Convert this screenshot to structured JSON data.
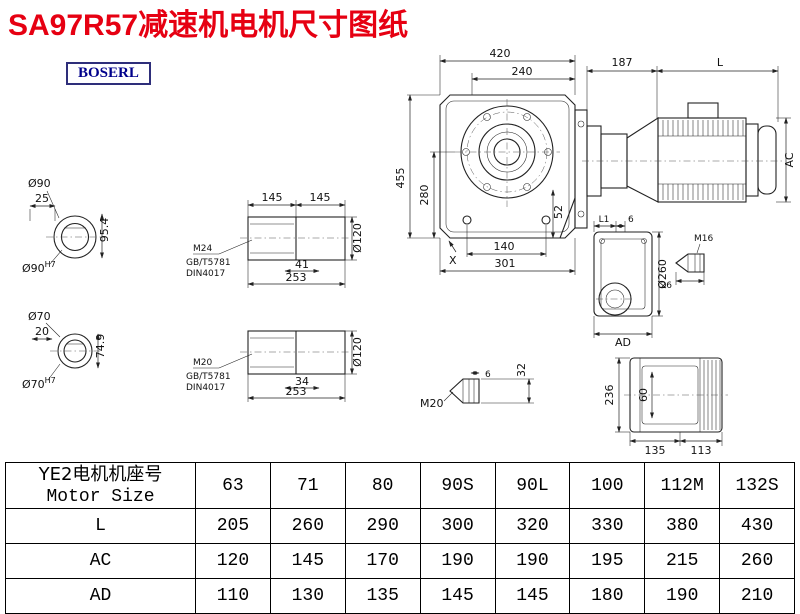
{
  "page": {
    "title": "SA97R57减速机电机尺寸图纸",
    "logo": "BOSERL"
  },
  "drawing": {
    "shaft_end_a": {
      "dia_label": "Ø90",
      "len": "25",
      "key_height": "95.4",
      "bore": "Ø90",
      "bore_tol": "H7"
    },
    "shaft_end_b": {
      "dia_label": "Ø70",
      "len": "20",
      "key_height": "74.9",
      "bore": "Ø70",
      "bore_tol": "H7"
    },
    "hollow_shaft_a": {
      "seg1": "145",
      "seg2": "145",
      "dia": "Ø120",
      "thread": "M24",
      "std1": "GB/T5781",
      "std2": "DIN4017",
      "thread_len": "41",
      "total_len": "253"
    },
    "hollow_shaft_b": {
      "dia": "Ø120",
      "thread": "M20",
      "std1": "GB/T5781",
      "std2": "DIN4017",
      "thread_len": "34",
      "total_len": "253"
    },
    "housing": {
      "overall_width": "420",
      "upper_width": "240",
      "overall_height": "455",
      "lower_height": "280",
      "foot": "52",
      "bolt_span": "140",
      "base_width": "301",
      "x_mark": "X"
    },
    "motor": {
      "adapter_len": "187",
      "len_label": "L",
      "dia_label": "AC"
    },
    "side_view": {
      "l1": "L1",
      "step": "6",
      "flange_dia": "Ø260",
      "width_label": "AD",
      "plug_thread": "M16",
      "plug_len": "26"
    },
    "plug_detail": {
      "tip_len": "6",
      "height": "32",
      "thread": "M20"
    },
    "top_view": {
      "depth": "236",
      "inner": "60",
      "seg_left": "135",
      "seg_right": "113"
    }
  },
  "table": {
    "header_cn": "YE2电机机座号",
    "header_en": "Motor Size",
    "sizes": [
      "63",
      "71",
      "80",
      "90S",
      "90L",
      "100",
      "112M",
      "132S"
    ],
    "rows": [
      {
        "label": "L",
        "values": [
          "205",
          "260",
          "290",
          "300",
          "320",
          "330",
          "380",
          "430"
        ]
      },
      {
        "label": "AC",
        "values": [
          "120",
          "145",
          "170",
          "190",
          "190",
          "195",
          "215",
          "260"
        ]
      },
      {
        "label": "AD",
        "values": [
          "110",
          "130",
          "135",
          "145",
          "145",
          "180",
          "190",
          "210"
        ]
      }
    ]
  }
}
